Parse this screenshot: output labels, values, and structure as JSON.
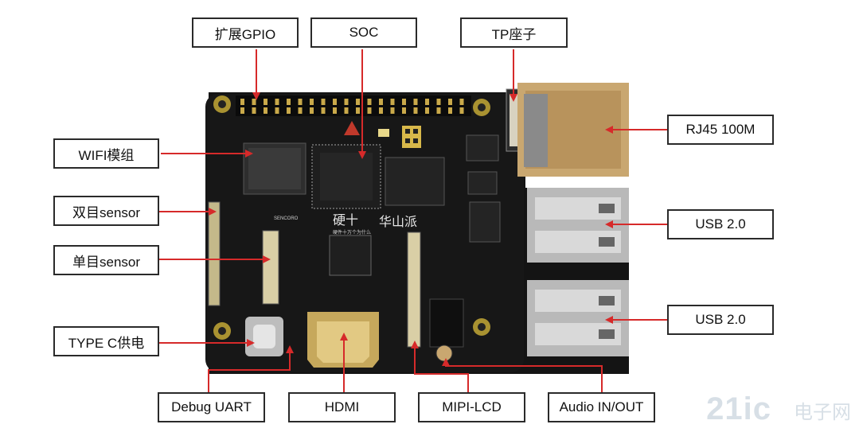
{
  "labels": {
    "gpio": "扩展GPIO",
    "soc": "SOC",
    "tp": "TP座子",
    "wifi": "WIFI模组",
    "dual_sensor": "双目sensor",
    "single_sensor": "单目sensor",
    "typec": "TYPE C供电",
    "debug_uart": "Debug UART",
    "hdmi": "HDMI",
    "mipi_lcd": "MIPI-LCD",
    "audio": "Audio IN/OUT",
    "rj45": "RJ45 100M",
    "usb_top": "USB 2.0",
    "usb_bottom": "USB 2.0"
  },
  "board": {
    "brand_text": "硬十",
    "brand_sub": "硬件十万个为什么",
    "product_text": "华山派",
    "sensor_silk": "SENCORO"
  },
  "watermark": {
    "main": "21ic",
    "sub": "电子网"
  },
  "colors": {
    "arrow": "#d62a2a",
    "board": "#161616",
    "label_border": "#2a2a2a"
  }
}
